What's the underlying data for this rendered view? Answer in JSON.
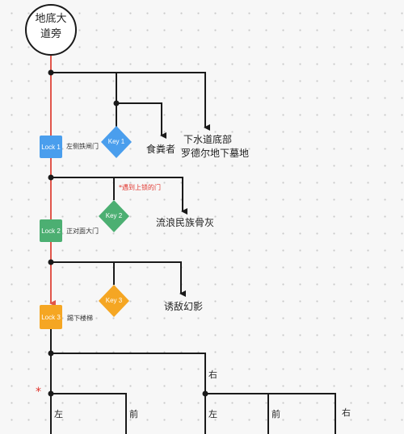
{
  "colors": {
    "line": "#1a1a1a",
    "main_path": "#e1564b",
    "lock1": "#4a9eed",
    "lock2": "#4caf72",
    "lock3": "#f5a623",
    "key1": "#4a9eed",
    "key2": "#4caf72",
    "key3": "#f5a623",
    "note": "#e0342c"
  },
  "start": {
    "line1": "地底大",
    "line2": "道旁"
  },
  "locks": [
    {
      "label": "Lock 1",
      "desc": "左侧铁闸门"
    },
    {
      "label": "Lock 2",
      "desc": "正对面大门"
    },
    {
      "label": "Lock 3",
      "desc": "踢下楼梯"
    }
  ],
  "keys": [
    {
      "label": "Key 1"
    },
    {
      "label": "Key 2"
    },
    {
      "label": "Key 3"
    }
  ],
  "destinations": {
    "d1": "食粪者",
    "d2_line1": "下水道底部",
    "d2_line2": "罗德尔地下墓地",
    "d3": "流浪民族骨灰",
    "d4": "诱敌幻影"
  },
  "note": "*遇到上锁的门",
  "star": "*",
  "directions": {
    "right": "右",
    "left": "左",
    "front": "前",
    "left2": "左",
    "front2": "前",
    "right2": "右"
  }
}
